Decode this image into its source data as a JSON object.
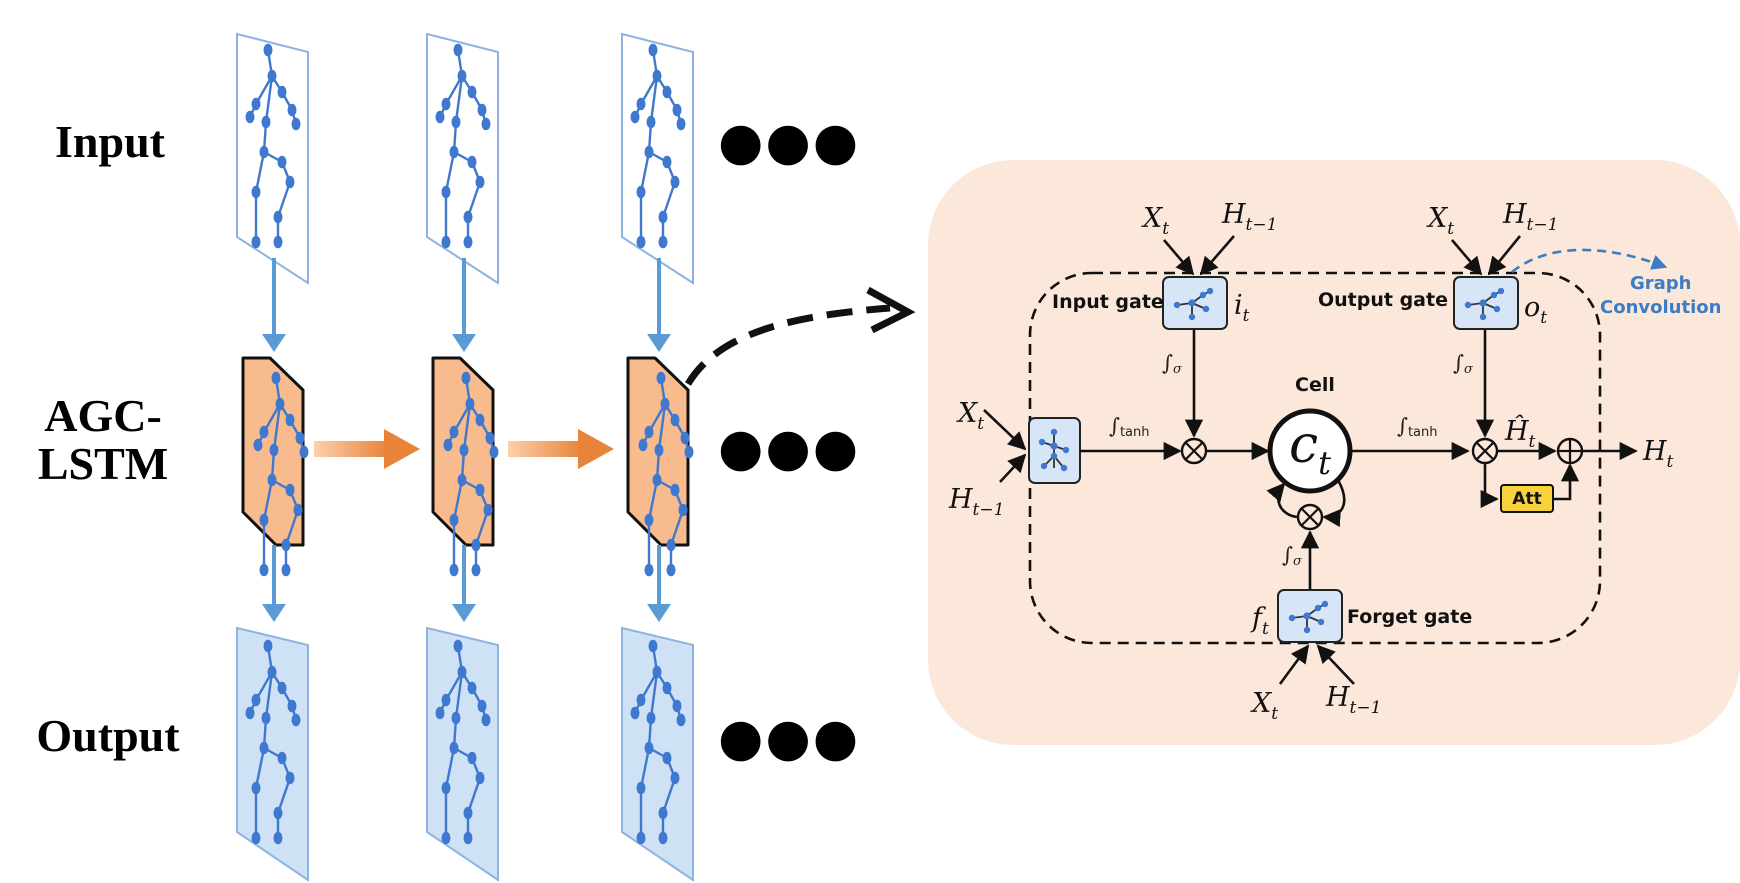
{
  "rows": {
    "input": "Input",
    "agc_line1": "AGC-",
    "agc_line2": "LSTM",
    "output": "Output"
  },
  "continuation": "●●●",
  "cell": {
    "gates": {
      "input_gate": "Input gate",
      "output_gate": "Output gate",
      "forget_gate": "Forget gate",
      "cell_title": "Cell"
    },
    "graph_convolution": {
      "line1": "Graph",
      "line2": "Convolution"
    },
    "attention_label": "Att",
    "symbols": {
      "x_base": "X",
      "x_sub": "t",
      "h_base": "H",
      "h_prev_sub": "t−1",
      "h_sub": "t",
      "i_base": "i",
      "o_base": "o",
      "f_base": "f",
      "t_sub": "t",
      "c_base": "c",
      "htilde_base": "Ĥ",
      "sigma": "σ",
      "tanh": "tanh"
    }
  },
  "colors": {
    "skeleton_blue": "#3f78cf",
    "arrow_blue": "#5b9bd5",
    "arrow_orange": "#e8833a",
    "cell_block_orange": "#f8bb8e",
    "panel_background": "#fbe8da",
    "gate_box_blue": "#d6e6f6",
    "attention_yellow": "#f7d23d",
    "graph_conv_blue": "#3b7dc4"
  }
}
